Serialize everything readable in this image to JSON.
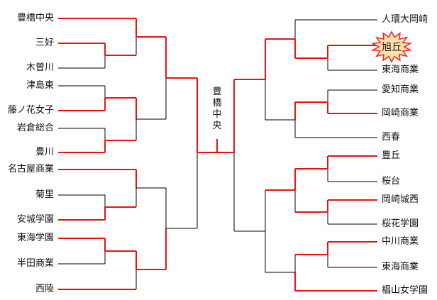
{
  "champion": "豊橋中央",
  "highlighted_team": "旭丘",
  "left": [
    "豊橋中央",
    "三好",
    "木曽川",
    "津島東",
    "藤ノ花女子",
    "岩倉総合",
    "豊川",
    "名古屋商業",
    "菊里",
    "安城学園",
    "東海学園",
    "半田商業",
    "西陵"
  ],
  "right": [
    "人環大岡崎",
    "旭丘",
    "東海商業",
    "愛知商業",
    "岡崎商業",
    "西春",
    "豊丘",
    "桜台",
    "岡崎城西",
    "桜花学園",
    "中川商業",
    "東海商業",
    "椙山女学園"
  ],
  "colors": {
    "win": "#ee1111",
    "loss": "#000000",
    "starburst_fill": "#ffe1aa",
    "starburst_stroke": "#ee2222"
  }
}
